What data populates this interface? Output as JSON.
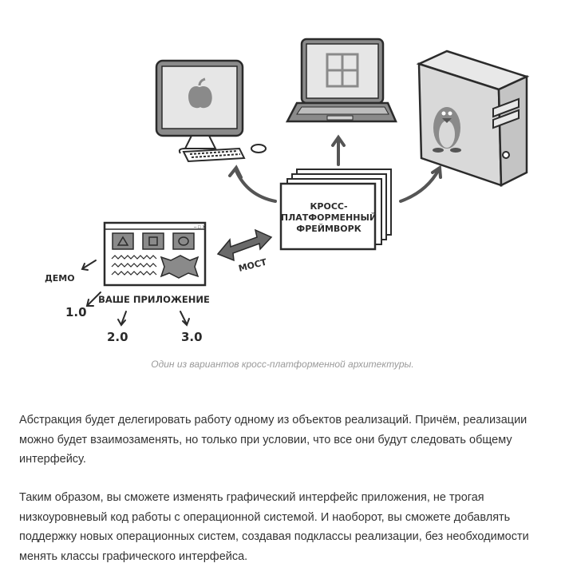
{
  "figure": {
    "labels": {
      "framework_line1": "КРОСС-",
      "framework_line2": "ПЛАТФОРМЕННЫЙ",
      "framework_line3": "ФРЕЙМВОРК",
      "bridge": "МОСТ",
      "app": "ВАШЕ ПРИЛОЖЕНИЕ",
      "demo": "ДЕМО",
      "v1": "1.0",
      "v2": "2.0",
      "v3": "3.0"
    },
    "caption": "Один из вариантов кросс-платформенной архитектуры.",
    "colors": {
      "outline": "#2b2b2b",
      "screen_bg": "#e6e6e6",
      "device_gray": "#8a8a8a",
      "tower_body": "#d9d9d9",
      "arrow": "#555555"
    }
  },
  "paragraphs": {
    "p1": "Абстракция будет делегировать работу одному из объектов реализаций. Причём, реализации можно будет взаимозаменять, но только при условии, что все они будут следовать общему интерфейсу.",
    "p2": "Таким образом, вы сможете изменять графический интерфейс приложения, не трогая низкоуровневый код работы с операционной системой. И наоборот, вы сможете добавлять поддержку новых операционных систем, создавая подклассы реализации, без необходимости менять классы графического интерфейса."
  }
}
